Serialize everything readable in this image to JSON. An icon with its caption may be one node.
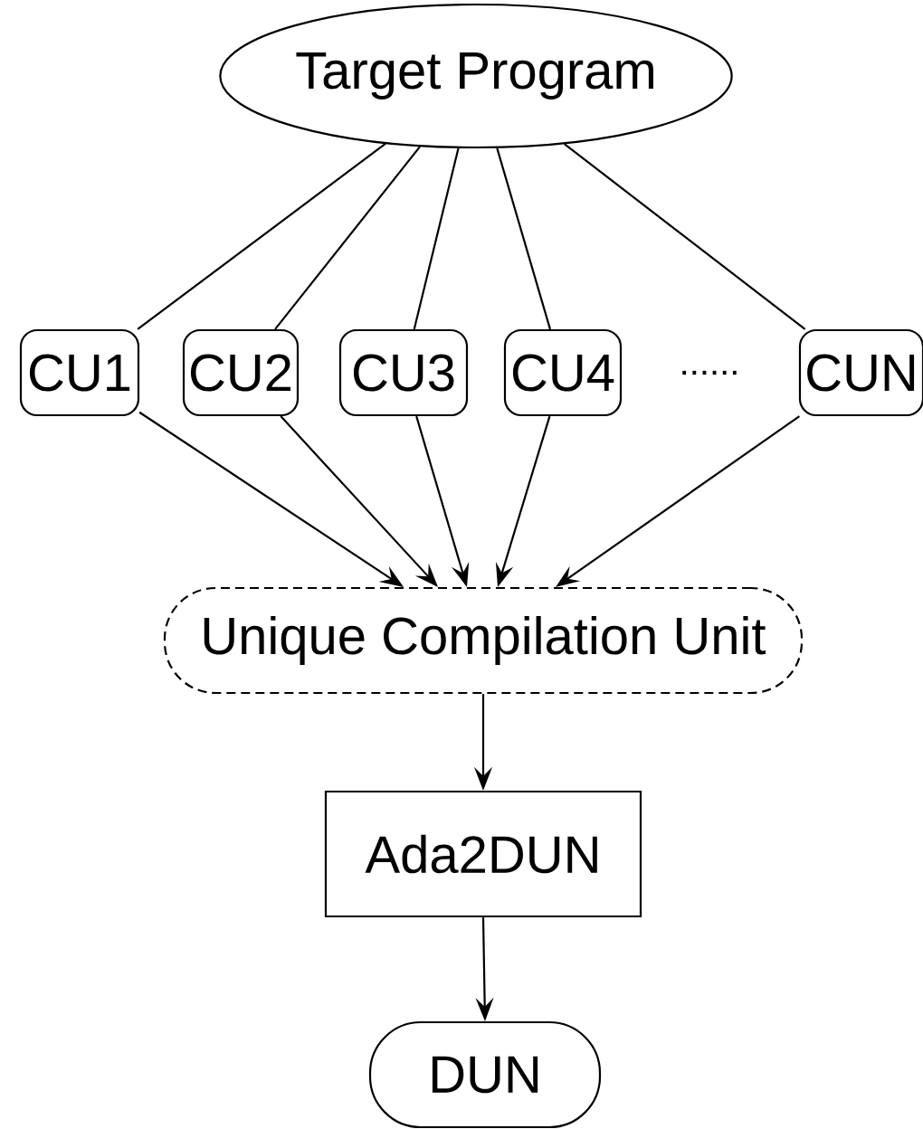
{
  "diagram": {
    "nodes": [
      {
        "text": [
          "Target Program"
        ]
      },
      {
        "text": [
          "CU1"
        ]
      },
      {
        "text": [
          "CU2"
        ]
      },
      {
        "text": [
          "CU3"
        ]
      },
      {
        "text": [
          "CU4"
        ]
      },
      {
        "text": [
          "CUN"
        ]
      },
      {
        "text": [
          "Unique Compilation Unit"
        ]
      },
      {
        "text": [
          "Ada2DUN"
        ]
      },
      {
        "text": [
          "DUN"
        ]
      }
    ],
    "edges": [
      {
        "from": 0,
        "to": 1,
        "arrow": "none"
      },
      {
        "from": 0,
        "to": 2,
        "arrow": "none"
      },
      {
        "from": 0,
        "to": 3,
        "arrow": "none"
      },
      {
        "from": 0,
        "to": 4,
        "arrow": "none"
      },
      {
        "from": 0,
        "to": 5,
        "arrow": "none"
      },
      {
        "from": 1,
        "to": 6,
        "arrow": "to"
      },
      {
        "from": 2,
        "to": 6,
        "arrow": "to"
      },
      {
        "from": 3,
        "to": 6,
        "arrow": "to"
      },
      {
        "from": 4,
        "to": 6,
        "arrow": "to"
      },
      {
        "from": 5,
        "to": 6,
        "arrow": "to"
      },
      {
        "from": 6,
        "to": 7,
        "arrow": "to"
      },
      {
        "from": 7,
        "to": 8,
        "arrow": "to"
      }
    ],
    "labels": [
      "......"
    ]
  }
}
